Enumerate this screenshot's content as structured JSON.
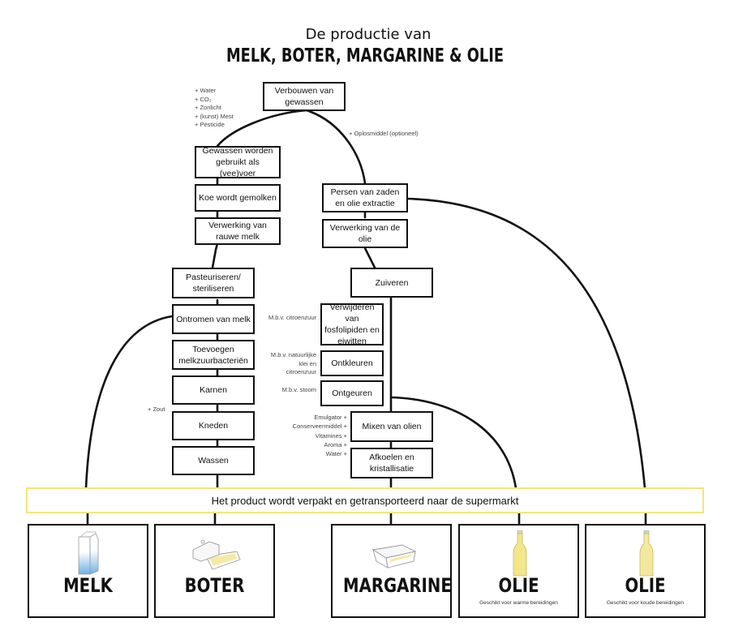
{
  "title": {
    "subtitle": "De productie van",
    "main": "MELK, BOTER, MARGARINE & OLIE"
  },
  "colors": {
    "line": "#111111",
    "banner_border": "#f3e77a",
    "milk_blue": "#6fb2e6",
    "butter_yellow": "#f4eaa6",
    "oil_yellow": "#f3e58a"
  },
  "root": {
    "label": "Verbouwen van gewassen"
  },
  "inputs": {
    "root_left": [
      "+ Water",
      "+ CO₂",
      "+ Zonlicht",
      "+ (kunst) Mest",
      "+ Pesticide"
    ],
    "root_right": "+ Oplosmiddel (optioneel)",
    "zout": "+ Zout",
    "citroenzuur": "M.b.v. citroenzuur",
    "klei": "M.b.v. natuurlijke klei en citroenzuur",
    "stoom": "M.b.v. stoom",
    "mixen": [
      "Emulgator +",
      "Conserveermiddel +",
      "Vitamines +",
      "Aroma +",
      "Water +"
    ]
  },
  "milk_branch": {
    "steps": [
      "Gewassen worden gebruikt als (vee)voer",
      "Koe wordt gemolken",
      "Verwerking van rauwe melk",
      "Pasteuriseren/ steriliseren",
      "Ontromen van melk",
      "Toevoegen melkzuurbacteriën",
      "Karnen",
      "Kneden",
      "Wassen"
    ]
  },
  "oil_branch": {
    "steps": [
      "Persen van zaden en olie extractie",
      "Verwerking van de olie",
      "Zuiveren",
      "Verwijderen van fosfolipiden en eiwitten",
      "Ontkleuren",
      "Ontgeuren",
      "Mixen van olien",
      "Afkoelen en kristallisatie"
    ]
  },
  "banner": "Het product wordt verpakt en getransporteerd naar de supermarkt",
  "products": [
    {
      "name": "MELK",
      "icon": "milk-carton-icon",
      "description": ""
    },
    {
      "name": "BOTER",
      "icon": "butter-dish-icon",
      "description": ""
    },
    {
      "name": "MARGARINE",
      "icon": "margarine-tub-icon",
      "description": ""
    },
    {
      "name": "OLIE",
      "icon": "oil-bottle-icon",
      "description": "Geschikt voor warme bereidingen"
    },
    {
      "name": "OLIE",
      "icon": "oil-bottle-icon",
      "description": "Geschikt voor koude bereidingen"
    }
  ]
}
